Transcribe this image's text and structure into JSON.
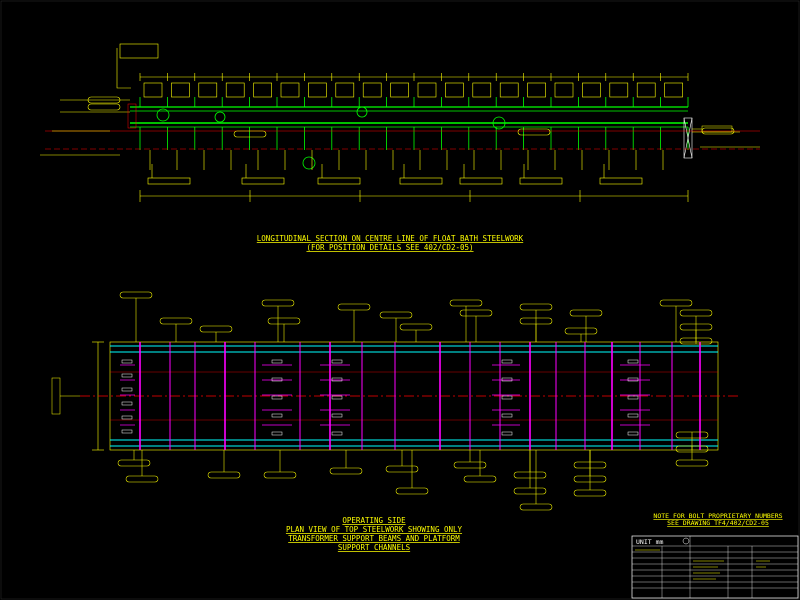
{
  "section_title": {
    "line1": "LONGITUDINAL SECTION ON CENTRE LINE OF FLOAT BATH STEELWORK",
    "line2": "(FOR POSITION DETAILS SEE 402/CD2-05)"
  },
  "plan_title": {
    "line1": "OPERATING SIDE",
    "line2": "PLAN VIEW OF TOP STEELWORK SHOWING ONLY",
    "line3": "TRANSFORMER SUPPORT BEAMS AND PLATFORM",
    "line4": "SUPPORT CHANNELS"
  },
  "note": {
    "line1": "NOTE FOR BOLT PROPRIETARY NUMBERS",
    "line2": "SEE DRAWING TF4/402/CD2-05"
  },
  "title_block": {
    "unit_label": "UNIT mm"
  },
  "colors": {
    "background": "#000000",
    "steel_green": "#00ff00",
    "annotation_yellow": "#ffff00",
    "centre_line_red": "#ff0000",
    "beam_magenta": "#ff00ff",
    "channel_cyan": "#00ffff",
    "border_white": "#ffffff"
  }
}
